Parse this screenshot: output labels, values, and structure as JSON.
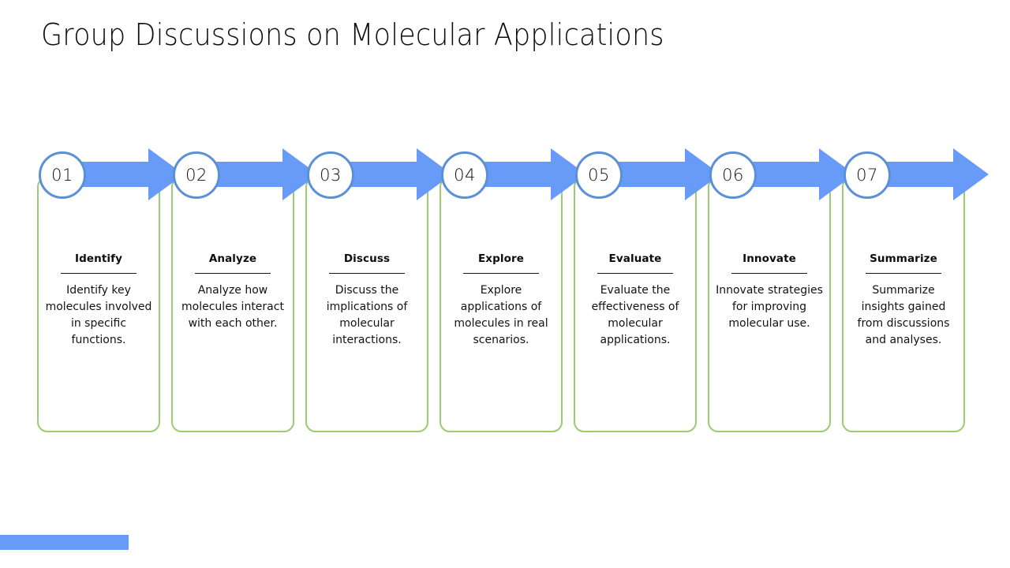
{
  "slide": {
    "title": "Group Discussions on Molecular Applications",
    "accent_blue": "#679BF7",
    "accent_green": "#9ACD72",
    "circle_blue": "#5B8FD6",
    "background": "#FFFFFF"
  },
  "steps": [
    {
      "number": "01",
      "heading": "Identify",
      "text": "Identify key molecules involved in specific functions."
    },
    {
      "number": "02",
      "heading": "Analyze",
      "text": "Analyze how molecules interact with each other."
    },
    {
      "number": "03",
      "heading": "Discuss",
      "text": "Discuss the implications of molecular interactions."
    },
    {
      "number": "04",
      "heading": "Explore",
      "text": "Explore applications of molecules in real scenarios."
    },
    {
      "number": "05",
      "heading": "Evaluate",
      "text": "Evaluate the effectiveness of molecular applications."
    },
    {
      "number": "06",
      "heading": "Innovate",
      "text": "Innovate strategies for improving molecular use."
    },
    {
      "number": "07",
      "heading": "Summarize",
      "text": "Summarize insights gained from discussions and analyses."
    }
  ]
}
